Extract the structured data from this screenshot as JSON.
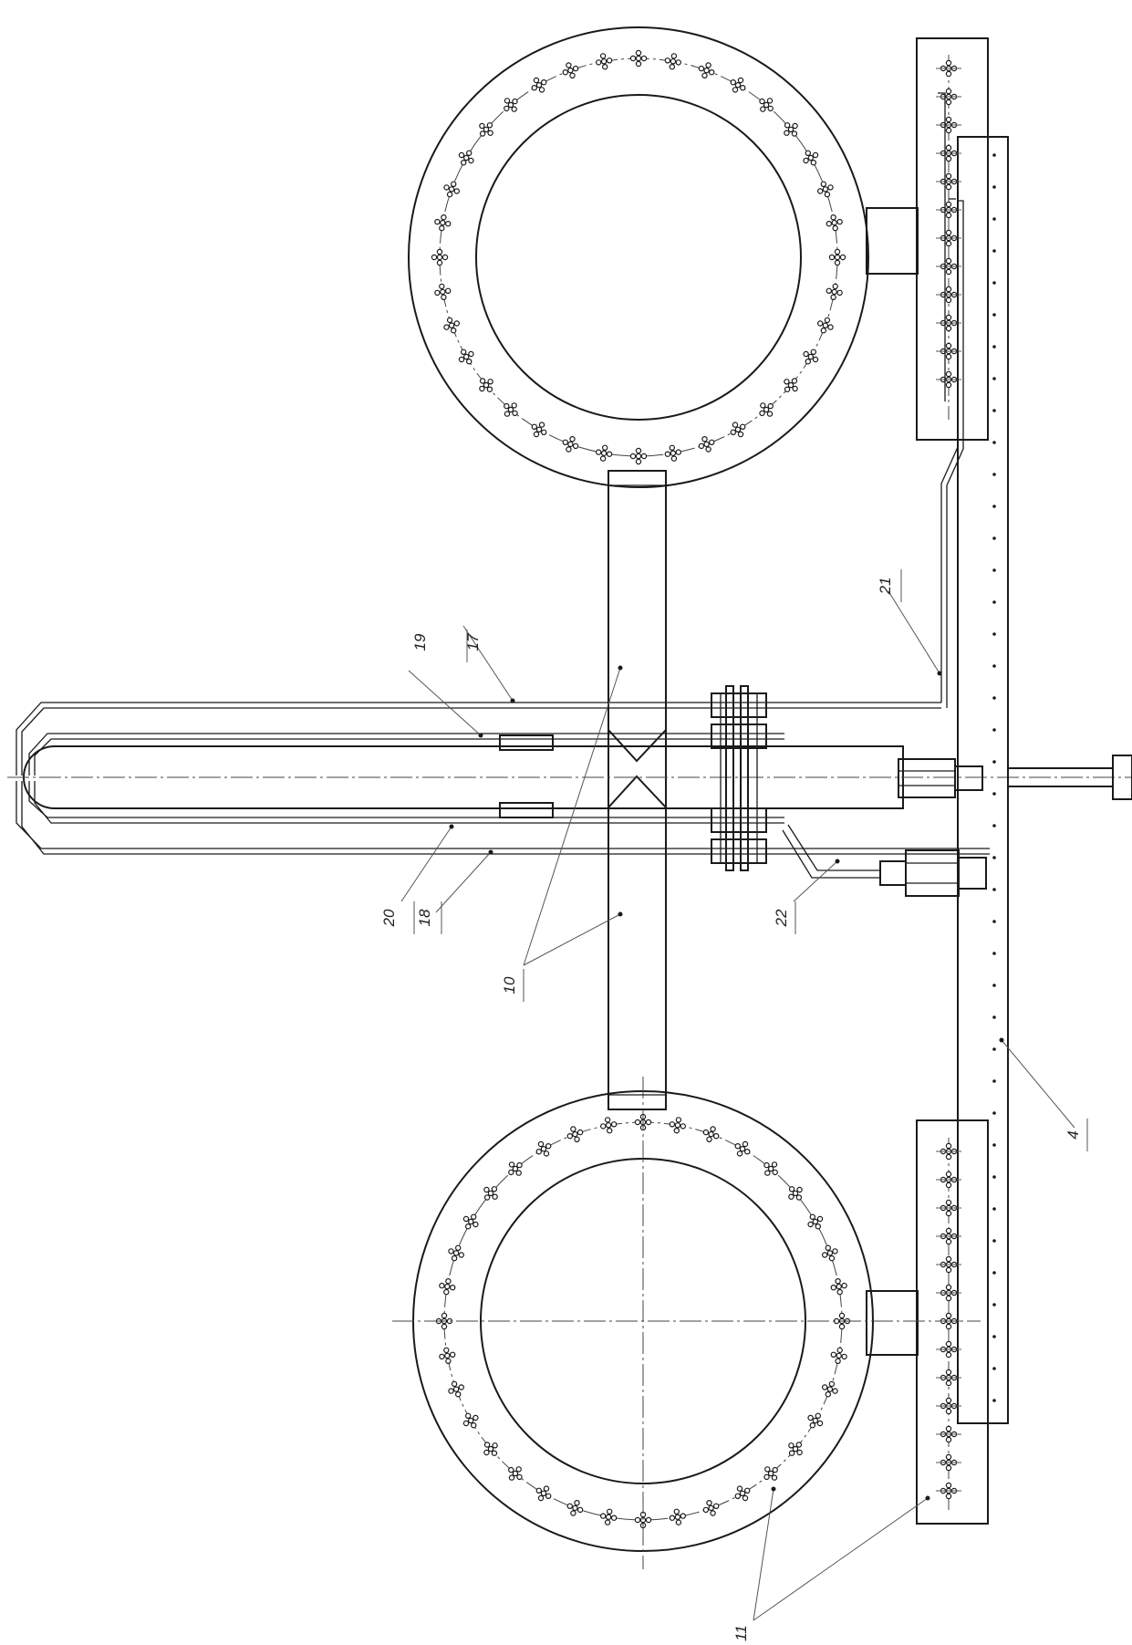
{
  "labels": {
    "c4": "4",
    "c10": "10",
    "c11": "11",
    "c17": "17",
    "c18": "18",
    "c19": "19",
    "c20": "20",
    "c21": "21",
    "c22": "22"
  },
  "line_color": "#1a1a1a"
}
